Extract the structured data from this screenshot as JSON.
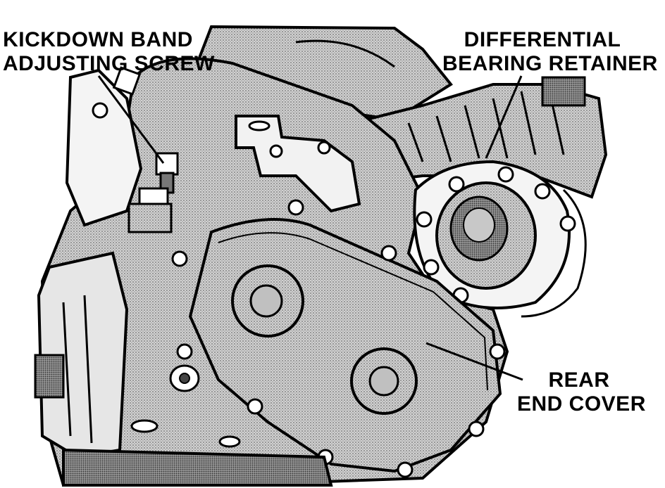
{
  "labels": {
    "kickdown": {
      "line1": "KICKDOWN BAND",
      "line2": "ADJUSTING SCREW"
    },
    "differential": {
      "line1": "DIFFERENTIAL",
      "line2": "BEARING RETAINER"
    },
    "rear_cover": {
      "line1": "REAR",
      "line2": "END COVER"
    }
  },
  "colors": {
    "ink": "#000000",
    "paper": "#ffffff",
    "shade": "#bdbdbd",
    "shade_dark": "#8a8a8a"
  }
}
